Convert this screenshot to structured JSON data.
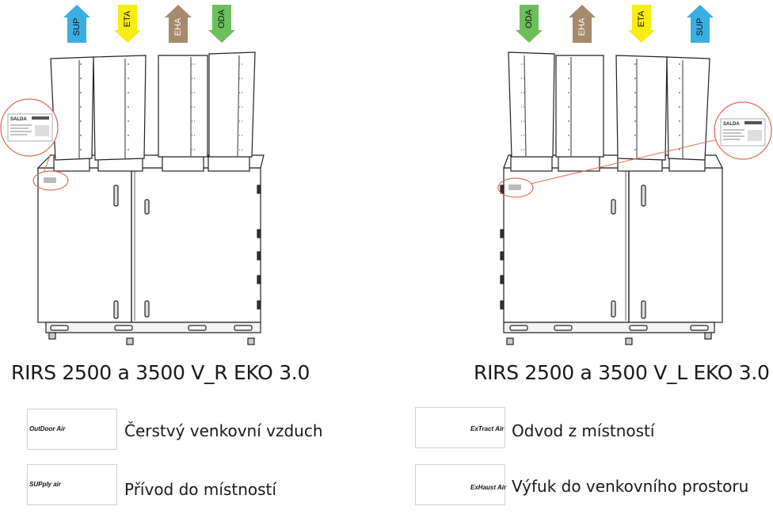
{
  "left_unit": {
    "caption": "RIRS 2500 a 3500 V_R EKO 3.0",
    "arrows": [
      {
        "code": "SUP",
        "direction": "up",
        "color": "#3aaee3"
      },
      {
        "code": "ETA",
        "direction": "down",
        "color": "#f7ec13"
      },
      {
        "code": "EHA",
        "direction": "up",
        "color": "#a58a6c"
      },
      {
        "code": "ODA",
        "direction": "down",
        "color": "#6dbf5c"
      }
    ],
    "label_brand": "SALDA"
  },
  "right_unit": {
    "caption": "RIRS 2500 a 3500 V_L EKO 3.0",
    "arrows": [
      {
        "code": "ODA",
        "direction": "down",
        "color": "#6dbf5c"
      },
      {
        "code": "EHA",
        "direction": "up",
        "color": "#a58a6c"
      },
      {
        "code": "ETA",
        "direction": "down",
        "color": "#f7ec13"
      },
      {
        "code": "SUP",
        "direction": "up",
        "color": "#3aaee3"
      }
    ],
    "label_brand": "SALDA"
  },
  "legend": [
    {
      "code": "ODA",
      "prefix": "OutDoor Air",
      "description": "Čerstvý venkovní vzduch",
      "color": "#6dbf5c",
      "pointing": "right"
    },
    {
      "code": "SUP",
      "prefix": "SUPply air",
      "description": "Přívod do místností",
      "color": "#3aaee3",
      "pointing": "right"
    },
    {
      "code": "ETA",
      "prefix": "ExTract Air",
      "description": "Odvod z místností",
      "color": "#f7ec13",
      "pointing": "left"
    },
    {
      "code": "EHA",
      "prefix": "ExHaust Air",
      "description": "Výfuk do venkovního prostoru",
      "color": "#f0893a",
      "pointing": "left"
    }
  ]
}
